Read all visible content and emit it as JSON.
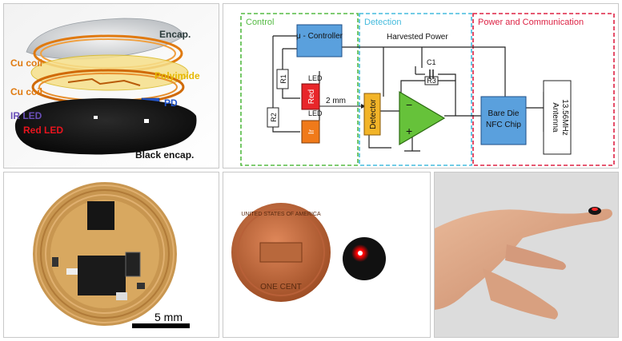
{
  "exploded": {
    "labels": {
      "encap": "Encap.",
      "cu_coil_top": "Cu coil",
      "cu_coil_bottom": "Cu coil",
      "polyimide": "Polyimide",
      "pd": "PD",
      "ir_led": "IR LED",
      "red_led": "Red LED",
      "black_encap": "Black encap."
    },
    "colors": {
      "cu": "#e07a10",
      "polyimide": "#e6b800",
      "ir": "#6a4fb8",
      "red": "#e8141e",
      "pd": "#2255cc"
    }
  },
  "circuit": {
    "sections": {
      "control": "Control",
      "detection": "Detection",
      "power": "Power and Communication"
    },
    "section_colors": {
      "control": "#55bb44",
      "detection": "#44bbdd",
      "power": "#dd2244"
    },
    "controller": "μ - Controller",
    "harvested_power": "Harvested Power",
    "r1": "R1",
    "r2": "R2",
    "r3": "R3",
    "c1": "C1",
    "led_top": "LED",
    "led_bottom": "LED",
    "red": "Red",
    "ir": "Ir",
    "distance": "2 mm",
    "detector": "Detector",
    "minus": "−",
    "plus": "+",
    "nfc_line1": "Bare Die",
    "nfc_line2": "NFC Chip",
    "antenna_line1": "Antenna",
    "antenna_line2": "13.56MHz"
  },
  "board": {
    "scale_label": "5 mm"
  },
  "coin": {
    "coin_top_text": "UNITED STATES OF AMERICA",
    "coin_bottom_text": "ONE CENT"
  }
}
